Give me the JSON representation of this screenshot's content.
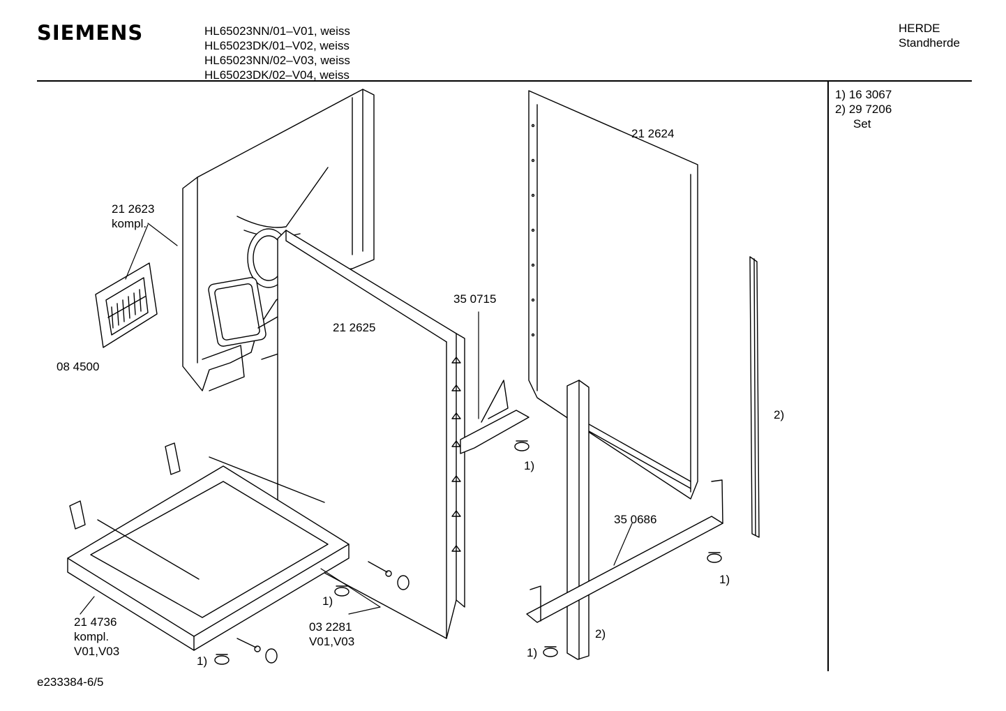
{
  "header": {
    "brand": "SIEMENS",
    "models": [
      "HL65023NN/01–V01, weiss",
      "HL65023DK/01–V02, weiss",
      "HL65023NN/02–V03, weiss",
      "HL65023DK/02–V04, weiss"
    ],
    "category": "HERDE",
    "subcategory": "Standherde"
  },
  "notes": {
    "line1": "1) 16 3067",
    "line2": "2) 29 7206",
    "line3": "Set"
  },
  "parts": {
    "p212623": "21 2623",
    "p212623_sub": "kompl.",
    "p084500": "08 4500",
    "p212625": "21 2625",
    "p350715": "35 0715",
    "p212624": "21 2624",
    "p350686": "35 0686",
    "p214736": "21 4736",
    "p214736_sub1": "kompl.",
    "p214736_sub2": "V01,V03",
    "p032281": "03 2281",
    "p032281_sub": "V01,V03"
  },
  "callouts": {
    "ref1": "1)",
    "ref2": "2)"
  },
  "footer": {
    "drawing_id": "e233384-6/5"
  }
}
